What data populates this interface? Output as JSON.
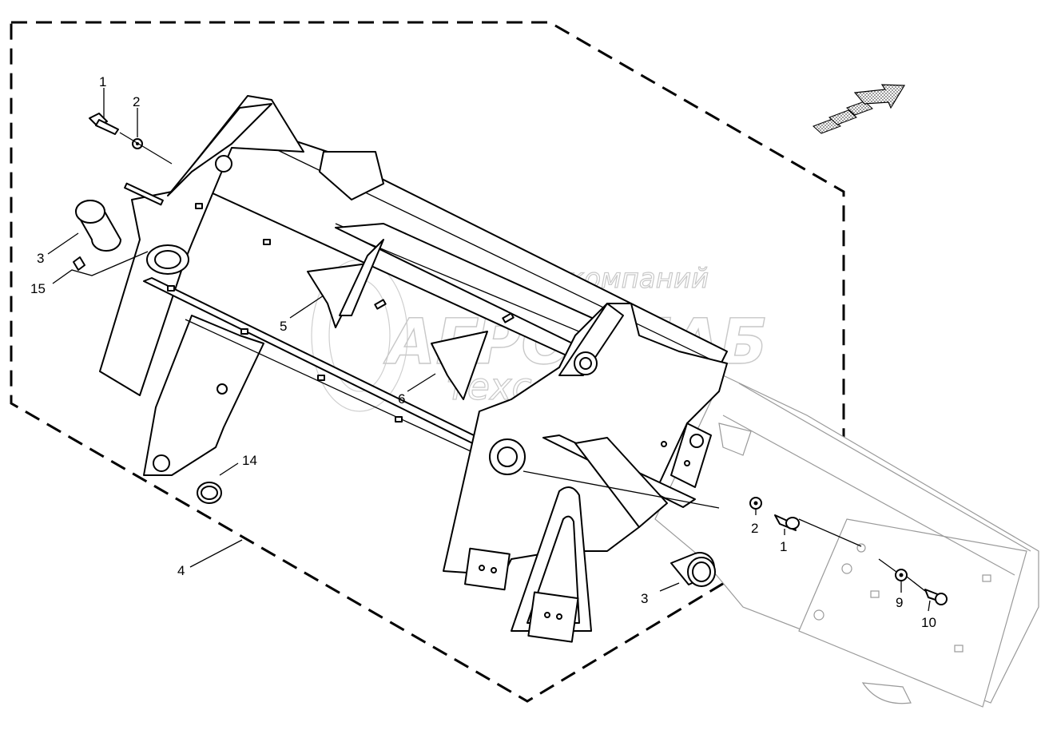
{
  "watermark": {
    "line1": "группа компаний",
    "line2": "АГРОСНАБ",
    "line3": "техсервис"
  },
  "callouts": {
    "c1_top": "1",
    "c2_top": "2",
    "c3_left": "3",
    "c15": "15",
    "c5": "5",
    "c6": "6",
    "c14": "14",
    "c4": "4",
    "c2_right": "2",
    "c1_right": "1",
    "c3_bottom": "3",
    "c9": "9",
    "c10": "10"
  },
  "colors": {
    "line": "#000000",
    "watermark": "#c8c8c8",
    "direction_arrow_fill": "#8c8c8c",
    "ghost_part": "#9a9a9a"
  },
  "icons": {
    "direction": "travel-direction-arrow-icon"
  }
}
